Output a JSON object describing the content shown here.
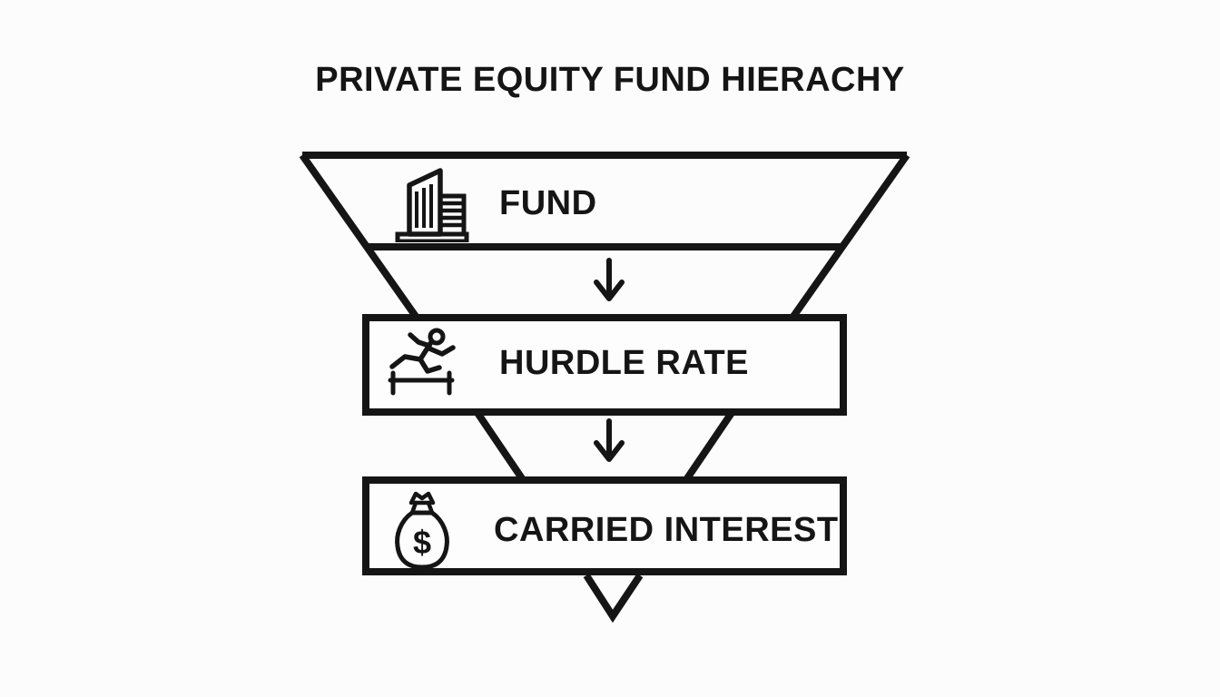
{
  "title": "PRIVATE EQUITY FUND HIERACHY",
  "funnel": {
    "levels": [
      {
        "label": "FUND",
        "icon": "building-icon"
      },
      {
        "label": "HURDLE RATE",
        "icon": "hurdler-icon"
      },
      {
        "label": "CARRIED INTEREST",
        "icon": "money-bag-icon"
      }
    ],
    "connector": "down-arrow"
  },
  "icons": {
    "money_bag_dollar": "$"
  },
  "colors": {
    "ink": "#151515",
    "bg": "#fcfcfc",
    "paper": "#fdfdfd"
  }
}
